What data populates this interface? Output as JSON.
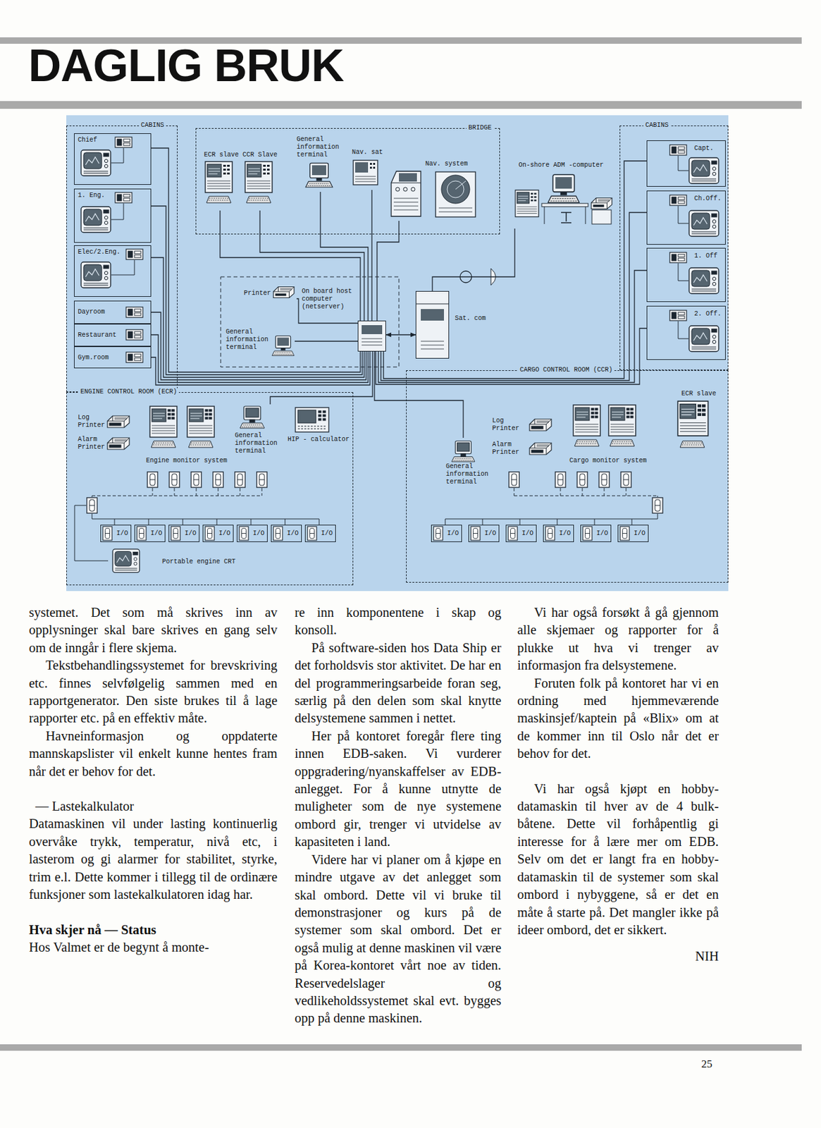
{
  "diagram": {
    "title": "DAGLIG BRUK",
    "nodes": [
      {
        "text": [
          "CABINS"
        ]
      },
      {
        "text": [
          "Chief"
        ],
        "in": 0
      },
      {
        "text": [
          "1. Eng."
        ],
        "in": 0
      },
      {
        "text": [
          "Elec/2.Eng."
        ],
        "in": 0
      },
      {
        "text": [
          "Dayroom"
        ],
        "in": 0
      },
      {
        "text": [
          "Restaurant"
        ],
        "in": 0
      },
      {
        "text": [
          "Gym.room"
        ],
        "in": 0
      },
      {
        "text": [
          "BRIDGE"
        ]
      },
      {
        "text": [
          "ECR slave"
        ],
        "in": 7
      },
      {
        "text": [
          "CCR Slave"
        ],
        "in": 7
      },
      {
        "text": [
          "General information terminal"
        ],
        "in": 7
      },
      {
        "text": [
          "Nav. sat"
        ],
        "in": 7
      },
      {
        "text": [
          "Nav. system"
        ],
        "in": 7
      },
      {
        "text": [
          "On-shore ADM -computer"
        ]
      },
      {
        "text": [
          "CABINS"
        ]
      },
      {
        "text": [
          "Capt."
        ],
        "in": 14
      },
      {
        "text": [
          "Ch.Off."
        ],
        "in": 14
      },
      {
        "text": [
          "1. Off"
        ],
        "in": 14
      },
      {
        "text": [
          "2. Off."
        ],
        "in": 14
      },
      {
        "text": [
          "Printer"
        ]
      },
      {
        "text": [
          "General information terminal"
        ]
      },
      {
        "text": [
          "On board host computer (netserver)"
        ]
      },
      {
        "text": [
          "Sat. com"
        ]
      },
      {
        "text": [
          "ENGINE CONTROL ROOM (ECR)"
        ]
      },
      {
        "text": [
          "Log Printer"
        ],
        "in": 23
      },
      {
        "text": [
          "Alarm Printer"
        ],
        "in": 23
      },
      {
        "text": [
          "Engine monitor system"
        ],
        "in": 23
      },
      {
        "text": [
          "General information terminal"
        ],
        "in": 23
      },
      {
        "text": [
          "HIP - calculator"
        ],
        "in": 23
      },
      {
        "text": [
          "I/O"
        ],
        "in": 23
      },
      {
        "text": [
          "I/O"
        ],
        "in": 23
      },
      {
        "text": [
          "I/O"
        ],
        "in": 23
      },
      {
        "text": [
          "I/O"
        ],
        "in": 23
      },
      {
        "text": [
          "I/O"
        ],
        "in": 23
      },
      {
        "text": [
          "I/O"
        ],
        "in": 23
      },
      {
        "text": [
          "I/O"
        ],
        "in": 23
      },
      {
        "text": [
          "Portable engine CRT"
        ],
        "in": 23
      },
      {
        "text": [
          "CARGO CONTROL ROOM (CCR)"
        ]
      },
      {
        "text": [
          "Log Printer"
        ],
        "in": 37
      },
      {
        "text": [
          "Alarm Printer"
        ],
        "in": 37
      },
      {
        "text": [
          "General information terminal"
        ],
        "in": 37
      },
      {
        "text": [
          "Cargo monitor system"
        ],
        "in": 37
      },
      {
        "text": [
          "ECR slave"
        ],
        "in": 37
      },
      {
        "text": [
          "I/O"
        ],
        "in": 37
      },
      {
        "text": [
          "I/O"
        ],
        "in": 37
      },
      {
        "text": [
          "I/O"
        ],
        "in": 37
      },
      {
        "text": [
          "I/O"
        ],
        "in": 37
      },
      {
        "text": [
          "I/O"
        ],
        "in": 37
      },
      {
        "text": [
          "I/O"
        ],
        "in": 37
      }
    ],
    "edges": [
      {
        "from": 1,
        "to": 21,
        "arrow": "none"
      },
      {
        "from": 2,
        "to": 21,
        "arrow": "none"
      },
      {
        "from": 3,
        "to": 21,
        "arrow": "none"
      },
      {
        "from": 4,
        "to": 21,
        "arrow": "none"
      },
      {
        "from": 5,
        "to": 21,
        "arrow": "none"
      },
      {
        "from": 6,
        "to": 21,
        "arrow": "none"
      },
      {
        "from": 15,
        "to": 21,
        "arrow": "none"
      },
      {
        "from": 16,
        "to": 21,
        "arrow": "none"
      },
      {
        "from": 17,
        "to": 21,
        "arrow": "none"
      },
      {
        "from": 18,
        "to": 21,
        "arrow": "none"
      },
      {
        "from": 8,
        "to": 21,
        "arrow": "none"
      },
      {
        "from": 9,
        "to": 21,
        "arrow": "none"
      },
      {
        "from": 10,
        "to": 21,
        "arrow": "none"
      },
      {
        "from": 11,
        "to": 21,
        "arrow": "none"
      },
      {
        "from": 12,
        "to": 21,
        "arrow": "none"
      },
      {
        "from": 19,
        "to": 21,
        "arrow": "none"
      },
      {
        "from": 20,
        "to": 21,
        "arrow": "none"
      },
      {
        "from": 21,
        "to": 22,
        "arrow": "both"
      },
      {
        "from": 22,
        "to": 13,
        "arrow": "none"
      },
      {
        "from": 27,
        "to": 21,
        "arrow": "none"
      },
      {
        "from": 40,
        "to": 21,
        "arrow": "none"
      }
    ],
    "labels": [
      "systemet. Det som må skrives inn av opplysninger skal bare skrives en gang selv om de inngår i flere skjema.",
      "Tekstbehandlingssystemet for brevskriving etc. finnes selvfølgelig sammen med en rapportgenerator. Den siste brukes til å lage rapporter etc. på en effektiv måte.",
      "Havneinformasjon og oppdaterte mannskapslister vil enkelt kunne hentes fram når det er behov for det.",
      "— Lastekalkulator",
      "Datamaskinen vil under lasting kontinuerlig overvåke trykk, temperatur, nivå etc, i lasterom og gi alarmer for stabilitet, styrke, trim e.l. Dette kommer i tillegg til de ordinære funksjoner som lastekalkulatoren idag har.",
      "Hva skjer nå — Status",
      "Hos Valmet er de begynt å monte-",
      "re inn komponentene i skap og konsoll.",
      "På software-siden hos Data Ship er det forholdsvis stor aktivitet. De har en del programmeringsarbeide foran seg, særlig på den delen som skal knytte delsystemene sammen i nettet.",
      "Her på kontoret foregår flere ting innen EDB-saken. Vi vurderer oppgradering/nyanskaffelser av EDB-anlegget. For å kunne utnytte de muligheter som de nye systemene ombord gir, trenger vi utvidelse av kapasiteten i land.",
      "Videre har vi planer om å kjøpe en mindre utgave av det anlegget som skal ombord. Dette vil vi bruke til demonstrasjoner og kurs på de systemer som skal ombord. Det er også mulig at denne maskinen vil være på Korea-kontoret vårt noe av tiden. Reservedelslager og vedlikeholdssystemet skal evt. bygges opp på denne maskinen.",
      "Vi har også forsøkt å gå gjennom alle skjemaer og rapporter for å plukke ut hva vi trenger av informasjon fra delsystemene.",
      "Foruten folk på kontoret har vi en ordning med hjemmeværende maskinsjef/kaptein på «Blix» om at de kommer inn til Oslo når det er behov for det.",
      "Vi har også kjøpt en hobby- datamaskin til hver av de 4 bulk- båtene. Dette vil forhåpentlig gi interesse for å lære mer om EDB. Selv om det er langt fra en hobby- datamaskin til de systemer som skal ombord i nybyggene, så er det en måte å starte på. Det mangler ikke på ideer ombord, det er sikkert.",
      "NIH",
      "25"
    ]
  }
}
